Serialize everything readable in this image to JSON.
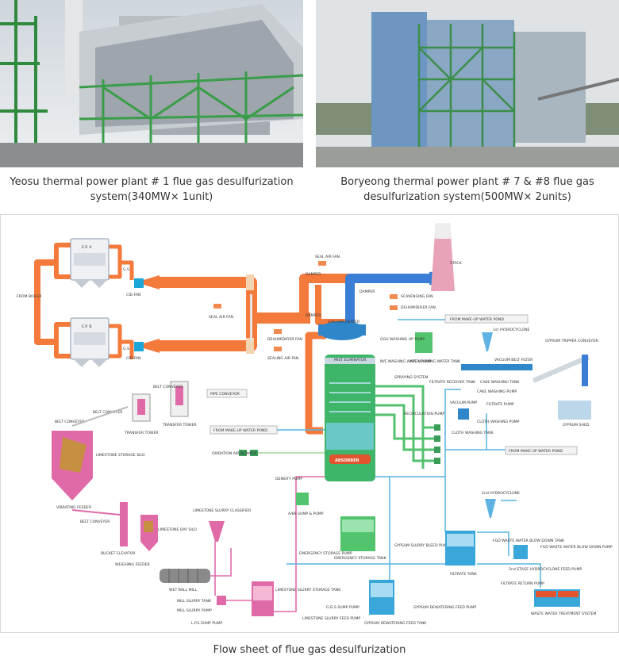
{
  "photos": {
    "left_caption": "Yeosu thermal power plant # 1 flue gas desulfurization system(340MW× 1unit)",
    "right_caption": "Boryeong thermal power plant # 7 & #8 flue gas desulfurization system(500MW× 2units)"
  },
  "figure_caption": "Flow sheet of flue gas desulfurization",
  "colors": {
    "flue_gas": "#f47a3c",
    "clean_gas": "#3a7fd5",
    "absorber": "#3fb56a",
    "limestone": "#e06aa8",
    "water": "#56b4e0",
    "slurry_pipe": "#9fd59f"
  },
  "labels": {
    "from_boiler": "FROM BOILER",
    "ep_a": "E.P. A",
    "ep_b": "E.P. B",
    "gs1": "G.S",
    "gs2": "G.S",
    "cid_fan_1": "CID FAN",
    "cid_fan_2": "CID FAN",
    "seal_air_fan_left": "SEAL AIR FAN",
    "seal_air_fan_top": "SEAL AIR FAN",
    "stack": "STACK",
    "damper_1": "DAMPER",
    "damper_2": "DAMPER",
    "damper_3": "DAMPER",
    "gas_gas_heater": "GAS GAS HEATER",
    "scavenging_fan": "SCAVENGING FAN",
    "dehumidifier_fan_right": "DEHUMIDIFIER FAN",
    "dehumidifier_fan_left": "DEHUMIDIFIER FAN",
    "sealing_air_fan": "SEALING AIR FAN",
    "ggh_washing_hp_pump": "GGH WASHING HP PUMP",
    "from_makeup_water_pond_1": "FROM MAKE-UP WATER POND",
    "from_makeup_water_pond_2": "FROM MAKE-UP WATER POND",
    "from_makeup_water_pond_3": "FROM MAKE-UP WATER POND",
    "me_washing_water_pump": "M/E WASHING WATER PUMP",
    "me_washing_water_tank": "M/E WASHING WATER TANK",
    "mist_eliminator": "MIST ELIMINATOR",
    "first_hydrocyclone": "1st HYDROCYCLONE",
    "vacuum_belt_filter": "VACUUM BELT FILTER",
    "gypsum_tripper_conveyor": "GYPSUM TRIPPER CONVEYOR",
    "cake_washing_tank": "CAKE WASHING TANK",
    "cake_washing_pump": "CAKE WASHING PUMP",
    "filtrate_receiver_tank": "FILTRATE RECEIVER TANK",
    "filtrate_pump": "FILTRATE PUMP",
    "gypsum_shed": "GYPSUM SHED",
    "vacuum_pump": "VACUUM PUMP",
    "cloth_washing_tank": "CLOTH WASHING TANK",
    "cloth_washing_pump": "CLOTH WASHING PUMP",
    "spraying_system": "SPRAYING SYSTEM",
    "recirculation_pump": "RECIRCULATION PUMP",
    "belt_conveyor_1": "BELT CONVEYER",
    "belt_conveyor_2": "BELT CONVEYER",
    "belt_conveyor_3": "BELT CONVEYER",
    "transfer_tower_1": "TRANSFER TOWER",
    "transfer_tower_2": "TRANSFER TOWER",
    "pipe_conveyor": "PIPE CONVEYOR",
    "limestone_storage_silo": "LIMESTONE STORAGE SILO",
    "oxidation_air_blower": "OXIDATION AIR BLOWER",
    "absorber": "ABSORBER",
    "density_pump": "DENSITY PUMP",
    "vibrating_feeder": "VIBRATING FEEDER",
    "bucket_elevator": "BUCKET ELEVATOR",
    "limestone_day_silo": "LIMESTONE DAY SILO",
    "weighing_feeder": "WEIGHING FEEDER",
    "limestone_slurry_classifier": "LIMESTONE SLURRY CLASSIFIER",
    "abs_sump_pump": "A/BS SUMP & PUMP",
    "emergency_storage_pump": "EMERGENCY STORAGE PUMP",
    "emergency_storage_tank": "EMERGENCY STORAGE TANK",
    "gypsum_slurry_bleed_pump": "GYPSUM SLURRY BLEED PUMP",
    "second_hydrocyclone": "2nd HYDROCYCLONE",
    "fgd_waste_water_blow_down_tank": "FGD WASTE WATER BLOW DOWN TANK",
    "fgd_waste_water_blow_down_pump": "FGD WASTE WATER BLOW DOWN PUMP",
    "second_stage_hydrocyclone_feed_pump": "2nd STAGE HYDROCYCLONE FEED PUMP",
    "filtrate_tank": "FILTRATE TANK",
    "filtrate_return_pump": "FILTRATE RETURN PUMP",
    "wet_ball_mill": "WET BALL MILL",
    "mill_slurry_tank": "MILL SLURRY TANK",
    "mill_slurry_pump": "MILL SLURRY PUMP",
    "lps_sump_pump": "L.P.S SUMP PUMP",
    "limestone_slurry_storage_tank": "LIMESTONE SLURRY STORAGE TANK",
    "limestone_slurry_feed_pump": "LIMESTONE SLURRY FEED PUMP",
    "gds_sump_pump": "G.D.S SUMP PUMP",
    "gypsum_dewatering_feed_tank": "GYPSUM DEWATERING FEED TANK",
    "gypsum_dewatering_feed_pump": "GYPSUM DEWATERING FEED PUMP",
    "waste_water_treatment_system": "WASTE WATER TREATMENT SYSTEM"
  }
}
